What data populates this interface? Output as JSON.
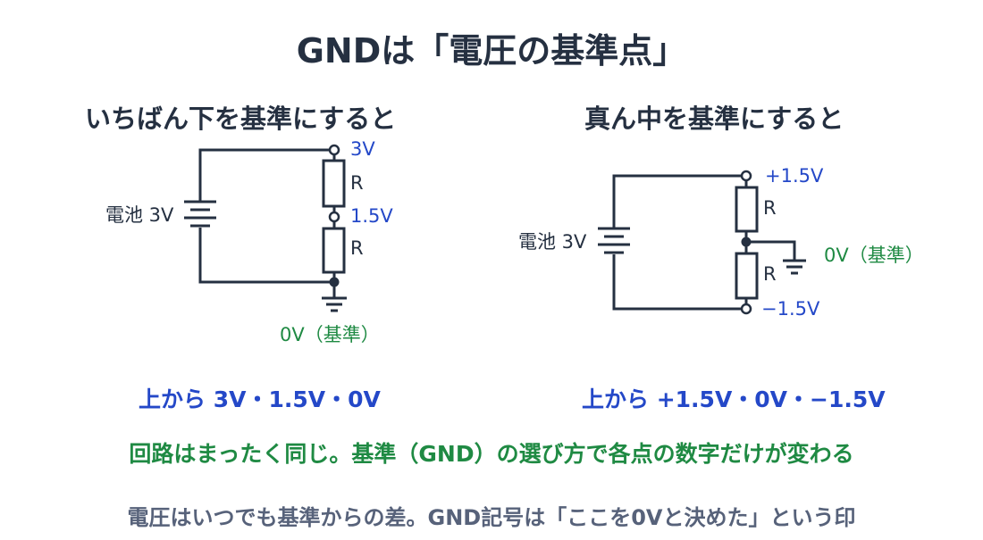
{
  "title": "GNDは「電圧の基準点」",
  "left": {
    "heading": "いちばん下を基準にすると",
    "battery_label": "電池 3V",
    "resistor_top": "R",
    "resistor_bottom": "R",
    "top_voltage": "3V",
    "mid_voltage": "1.5V",
    "ground_label": "0V（基準）",
    "summary": "上から 3V・1.5V・0V"
  },
  "right": {
    "heading": "真ん中を基準にすると",
    "battery_label": "電池 3V",
    "resistor_top": "R",
    "resistor_bottom": "R",
    "top_voltage": "+1.5V",
    "ground_label": "0V（基準）",
    "bottom_voltage": "−1.5V",
    "summary": "上から +1.5V・0V・−1.5V"
  },
  "note_green": "回路はまったく同じ。基準（GND）の選び方で各点の数字だけが変わる",
  "note_gray": "電圧はいつでも基準からの差。GND記号は「ここを0Vと決めた」という印"
}
